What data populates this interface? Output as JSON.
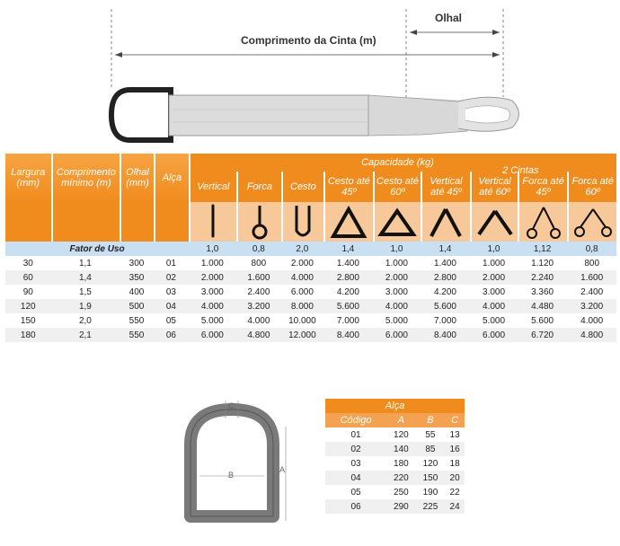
{
  "diagram": {
    "olhal_label": "Olhal",
    "comprimento_label": "Comprimento da Cinta (m)"
  },
  "table": {
    "headers": {
      "largura": "Largura (mm)",
      "comprimento": "Comprimento mínimo (m)",
      "olhal": "Olhal (mm)",
      "alca": "Alça",
      "capacidade": "Capacidade (kg)",
      "duas_cintas": "2 Cintas"
    },
    "sub_headers": [
      "Vertical",
      "Forca",
      "Cesto",
      "Cesto até 45º",
      "Cesto até 60º",
      "Vertical até 45º",
      "Vertical até 60º",
      "Forca até 45º",
      "Forca até 60º"
    ],
    "icons": [
      "vertical-hook-icon",
      "choke-loop-icon",
      "basket-u-icon",
      "basket-45-triangle-icon",
      "basket-60-triangle-icon",
      "two-vertical-45-icon",
      "two-vertical-60-icon",
      "two-choke-45-icon",
      "two-choke-60-icon"
    ],
    "fator_label": "Fator de Uso",
    "fator_values": [
      "1,0",
      "0,8",
      "2,0",
      "1,4",
      "1,0",
      "1,4",
      "1,0",
      "1,12",
      "0,8"
    ],
    "rows": [
      {
        "largura": "30",
        "comprimento": "1,1",
        "olhal": "300",
        "alca": "01",
        "values": [
          "1.000",
          "800",
          "2.000",
          "1.400",
          "1.000",
          "1.400",
          "1.000",
          "1.120",
          "800"
        ]
      },
      {
        "largura": "60",
        "comprimento": "1,4",
        "olhal": "350",
        "alca": "02",
        "values": [
          "2.000",
          "1.600",
          "4.000",
          "2.800",
          "2.000",
          "2.800",
          "2.000",
          "2.240",
          "1.600"
        ]
      },
      {
        "largura": "90",
        "comprimento": "1,5",
        "olhal": "400",
        "alca": "03",
        "values": [
          "3.000",
          "2.400",
          "6.000",
          "4.200",
          "3.000",
          "4.200",
          "3.000",
          "3.360",
          "2.400"
        ]
      },
      {
        "largura": "120",
        "comprimento": "1,9",
        "olhal": "500",
        "alca": "04",
        "values": [
          "4.000",
          "3.200",
          "8.000",
          "5.600",
          "4.000",
          "5.600",
          "4.000",
          "4.480",
          "3.200"
        ]
      },
      {
        "largura": "150",
        "comprimento": "2,0",
        "olhal": "550",
        "alca": "05",
        "values": [
          "5.000",
          "4.000",
          "10.000",
          "7.000",
          "5.000",
          "7.000",
          "5.000",
          "5.600",
          "4.000"
        ]
      },
      {
        "largura": "180",
        "comprimento": "2,1",
        "olhal": "550",
        "alca": "06",
        "values": [
          "6.000",
          "4.800",
          "12.000",
          "8.400",
          "6.000",
          "8.400",
          "6.000",
          "6.720",
          "4.800"
        ]
      }
    ]
  },
  "ring": {
    "label_a": "A",
    "label_b": "B",
    "label_c": "C"
  },
  "alca_table": {
    "title": "Alça",
    "headers": [
      "Código",
      "A",
      "B",
      "C"
    ],
    "rows": [
      [
        "01",
        "120",
        "55",
        "13"
      ],
      [
        "02",
        "140",
        "85",
        "16"
      ],
      [
        "03",
        "180",
        "120",
        "18"
      ],
      [
        "04",
        "220",
        "150",
        "20"
      ],
      [
        "05",
        "250",
        "190",
        "22"
      ],
      [
        "06",
        "290",
        "225",
        "24"
      ]
    ]
  }
}
